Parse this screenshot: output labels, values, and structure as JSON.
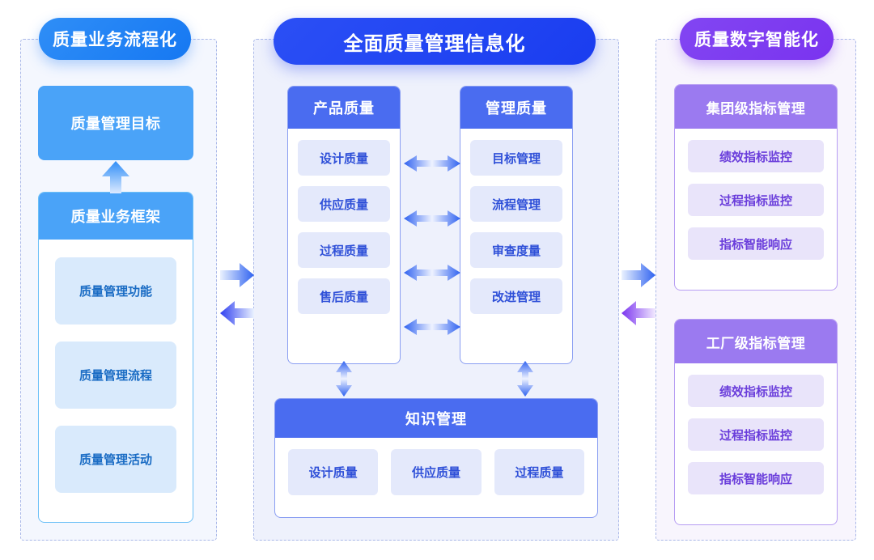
{
  "diagram": {
    "title": "全面质量管理信息化",
    "colors": {
      "left_accent": "#4aa3f8",
      "center_accent": "#4a6cf0",
      "center_pill": "#1a3df0",
      "right_accent": "#9b7af0",
      "right_pill": "#7a33ef",
      "left_panel_bg": "#f4f7fe",
      "center_panel_bg": "#eef1fc",
      "right_panel_bg": "#f8f5fd",
      "dashed_border": "#aab8e8"
    }
  },
  "left": {
    "pill_label": "质量业务流程化",
    "goal_label": "质量管理目标",
    "framework": {
      "header": "质量业务框架",
      "items": [
        {
          "label": "质量管理功能"
        },
        {
          "label": "质量管理流程"
        },
        {
          "label": "质量管理活动"
        }
      ]
    }
  },
  "center": {
    "pill_label": "全面质量管理信息化",
    "product": {
      "header": "产品质量",
      "items": [
        {
          "label": "设计质量"
        },
        {
          "label": "供应质量"
        },
        {
          "label": "过程质量"
        },
        {
          "label": "售后质量"
        }
      ]
    },
    "manage": {
      "header": "管理质量",
      "items": [
        {
          "label": "目标管理"
        },
        {
          "label": "流程管理"
        },
        {
          "label": "审查度量"
        },
        {
          "label": "改进管理"
        }
      ]
    },
    "knowledge": {
      "header": "知识管理",
      "items": [
        {
          "label": "设计质量"
        },
        {
          "label": "供应质量"
        },
        {
          "label": "过程质量"
        }
      ]
    }
  },
  "right": {
    "pill_label": "质量数字智能化",
    "group": {
      "header": "集团级指标管理",
      "items": [
        {
          "label": "绩效指标监控"
        },
        {
          "label": "过程指标监控"
        },
        {
          "label": "指标智能响应"
        }
      ]
    },
    "factory": {
      "header": "工厂级指标管理",
      "items": [
        {
          "label": "绩效指标监控"
        },
        {
          "label": "过程指标监控"
        },
        {
          "label": "指标智能响应"
        }
      ]
    }
  },
  "connectors": {
    "left_to_center": "arrow-right-icon",
    "center_to_left": "arrow-left-icon",
    "center_to_right": "arrow-right-icon",
    "right_to_center": "arrow-left-icon",
    "product_manage_link": "arrow-left-right-icon",
    "knowledge_link": "arrow-up-down-icon",
    "framework_to_goal": "arrow-up-icon"
  }
}
